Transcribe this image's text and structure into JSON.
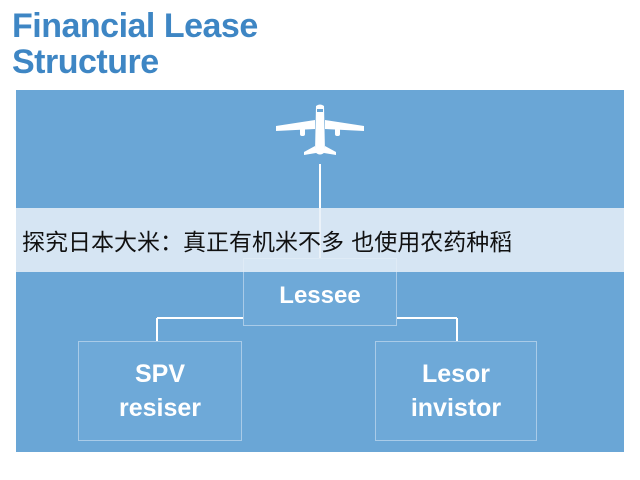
{
  "title": {
    "line1": "Financial Lease",
    "line2": "Structure"
  },
  "diagram": {
    "icon": "airplane-icon",
    "nodes": {
      "lessee": "Lessee",
      "spv": {
        "line1": "SPV",
        "line2": "resiser"
      },
      "lessor": {
        "line1": "Lesor",
        "line2": "invistor"
      }
    }
  },
  "banner": {
    "text": "探究日本大米：真正有机米不多 也使用农药种稻"
  },
  "colors": {
    "title": "#3e86c4",
    "panel": "#6aa6d6",
    "box_border": "#a9cbe8",
    "text_on_panel": "#ffffff"
  }
}
